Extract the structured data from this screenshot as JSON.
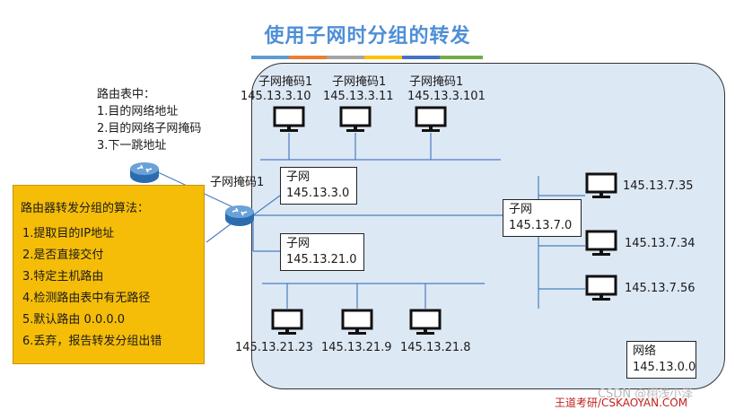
{
  "title": "使用子网时分组的转发",
  "title_bar_colors": [
    "#5b9bd5",
    "#ed7d31",
    "#a5a5a5",
    "#ffc000",
    "#4472c4",
    "#70ad47"
  ],
  "routing_table": {
    "heading": "路由表中：",
    "items": [
      "1.目的网络地址",
      "2.目的网络子网掩码",
      "3.下一跳地址"
    ]
  },
  "algorithm": {
    "heading": "路由器转发分组的算法：",
    "steps": [
      "1.提取目的IP地址",
      "2.是否直接交付",
      "3.特定主机路由",
      "4.检测路由表中有无路径",
      "5.默认路由 0.0.0.0",
      "6.丢弃，报告转发分组出错"
    ]
  },
  "router_mask_label": "子网掩码1",
  "top_hosts": [
    {
      "mask": "子网掩码1",
      "ip": "145.13.3.10"
    },
    {
      "mask": "子网掩码1",
      "ip": "145.13.3.11"
    },
    {
      "mask": "子网掩码1",
      "ip": "145.13.3.101"
    }
  ],
  "subnet1": {
    "label": "子网",
    "addr": "145.13.3.0"
  },
  "subnet2": {
    "label": "子网",
    "addr": "145.13.21.0"
  },
  "subnet3": {
    "label": "子网",
    "addr": "145.13.7.0"
  },
  "right_hosts": [
    "145.13.7.35",
    "145.13.7.34",
    "145.13.7.56"
  ],
  "bottom_hosts": [
    "145.13.21.23",
    "145.13.21.9",
    "145.13.21.8"
  ],
  "network": {
    "label": "网络",
    "addr": "145.13.0.0"
  },
  "footer_brand": "王道考研/CSKAOYAN.COM",
  "watermark": "CSDN @栩浅小泽"
}
